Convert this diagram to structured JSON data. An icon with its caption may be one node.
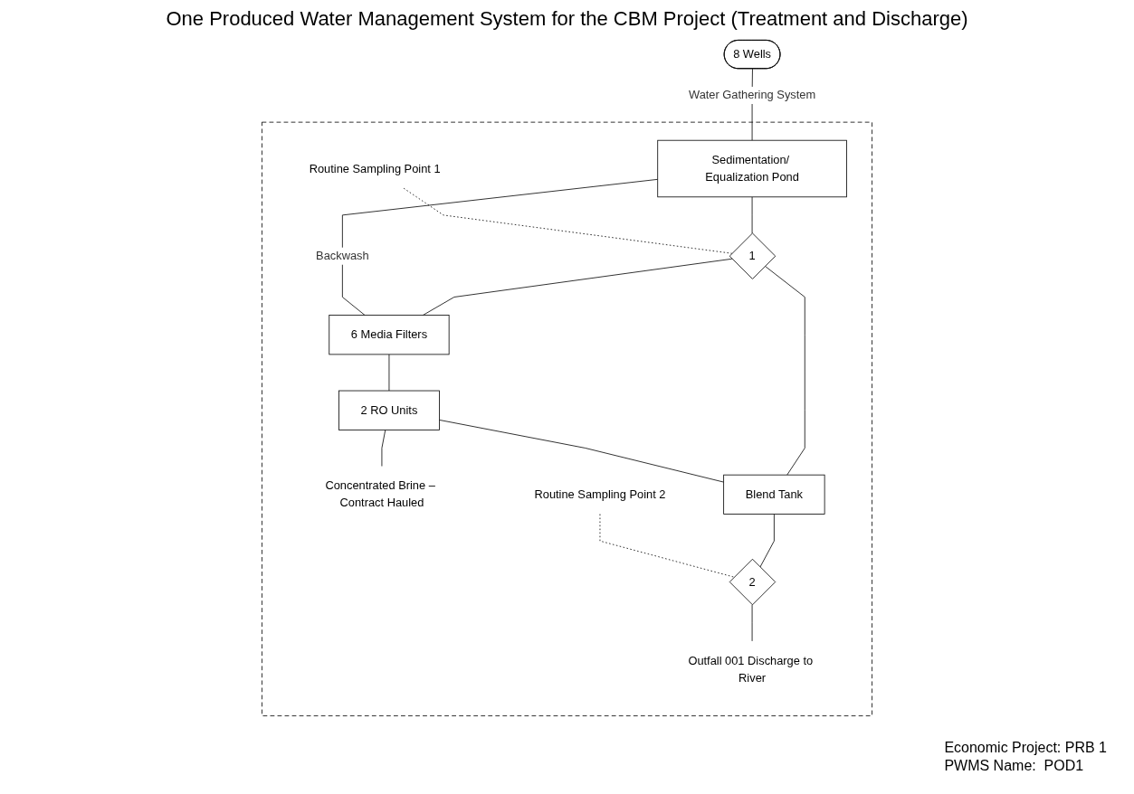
{
  "diagram": {
    "title": "One Produced Water Management System for the CBM Project (Treatment and Discharge)",
    "nodes": [
      {
        "text": [
          "8 Wells"
        ]
      },
      {
        "text": [],
        "shape": "box"
      },
      {
        "text": [
          "Sedimentation/ Equalization Pond"
        ],
        "in": 1
      },
      {
        "text": [
          "Routine Sampling Point 1"
        ],
        "in": 1
      },
      {
        "text": [
          "1"
        ],
        "in": 1
      },
      {
        "text": [
          "6 Media Filters"
        ],
        "in": 1
      },
      {
        "text": [
          "2 RO Units"
        ],
        "in": 1
      },
      {
        "text": [
          "Concentrated Brine – Contract Hauled"
        ],
        "in": 1
      },
      {
        "text": [
          "Blend Tank"
        ],
        "in": 1
      },
      {
        "text": [
          "2"
        ],
        "in": 1
      },
      {
        "text": [
          "Routine Sampling Point 2"
        ],
        "in": 1
      },
      {
        "text": [
          "Outfall 001 Discharge to River"
        ],
        "in": 1
      }
    ],
    "edges": [
      {
        "from": 0,
        "to": 2,
        "arrow": "none",
        "label": "Water Gathering System"
      },
      {
        "from": 2,
        "to": 4,
        "arrow": "none"
      },
      {
        "from": 3,
        "to": 4,
        "arrow": "none",
        "style": "dashed"
      },
      {
        "from": 4,
        "to": 5,
        "arrow": "none"
      },
      {
        "from": 2,
        "to": 5,
        "arrow": "none",
        "label": "Backwash"
      },
      {
        "from": 4,
        "to": 8,
        "arrow": "none"
      },
      {
        "from": 5,
        "to": 6,
        "arrow": "none"
      },
      {
        "from": 6,
        "to": 7,
        "arrow": "none"
      },
      {
        "from": 6,
        "to": 8,
        "arrow": "none"
      },
      {
        "from": 8,
        "to": 9,
        "arrow": "none"
      },
      {
        "from": 10,
        "to": 9,
        "arrow": "none",
        "style": "dashed"
      },
      {
        "from": 9,
        "to": 11,
        "arrow": "none"
      }
    ],
    "labels": [
      "Economic Project: PRB 1",
      "PWMS Name:  POD1"
    ]
  }
}
